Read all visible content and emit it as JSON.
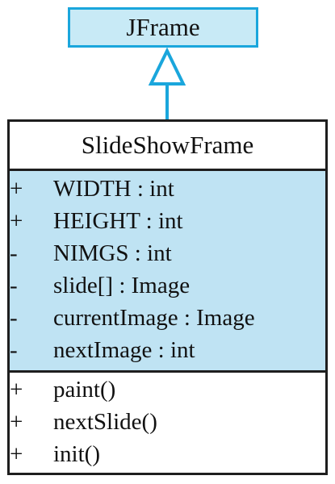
{
  "parent_class": {
    "name": "JFrame"
  },
  "class": {
    "name": "SlideShowFrame",
    "attributes": [
      {
        "visibility": "+",
        "text": "WIDTH : int"
      },
      {
        "visibility": "+",
        "text": "HEIGHT : int"
      },
      {
        "visibility": "-",
        "text": "NIMGS : int"
      },
      {
        "visibility": "-",
        "text": "slide[] : Image"
      },
      {
        "visibility": "-",
        "text": "currentImage : Image"
      },
      {
        "visibility": "-",
        "text": "nextImage : int"
      }
    ],
    "methods": [
      {
        "visibility": "+",
        "text": "paint()"
      },
      {
        "visibility": "+",
        "text": "nextSlide()"
      },
      {
        "visibility": "+",
        "text": "init()"
      }
    ]
  },
  "colors": {
    "parent_fill": "#c8eaf6",
    "parent_border": "#1aa6dc",
    "attributes_fill": "#bfe3f3",
    "border": "#1e1e1e"
  }
}
